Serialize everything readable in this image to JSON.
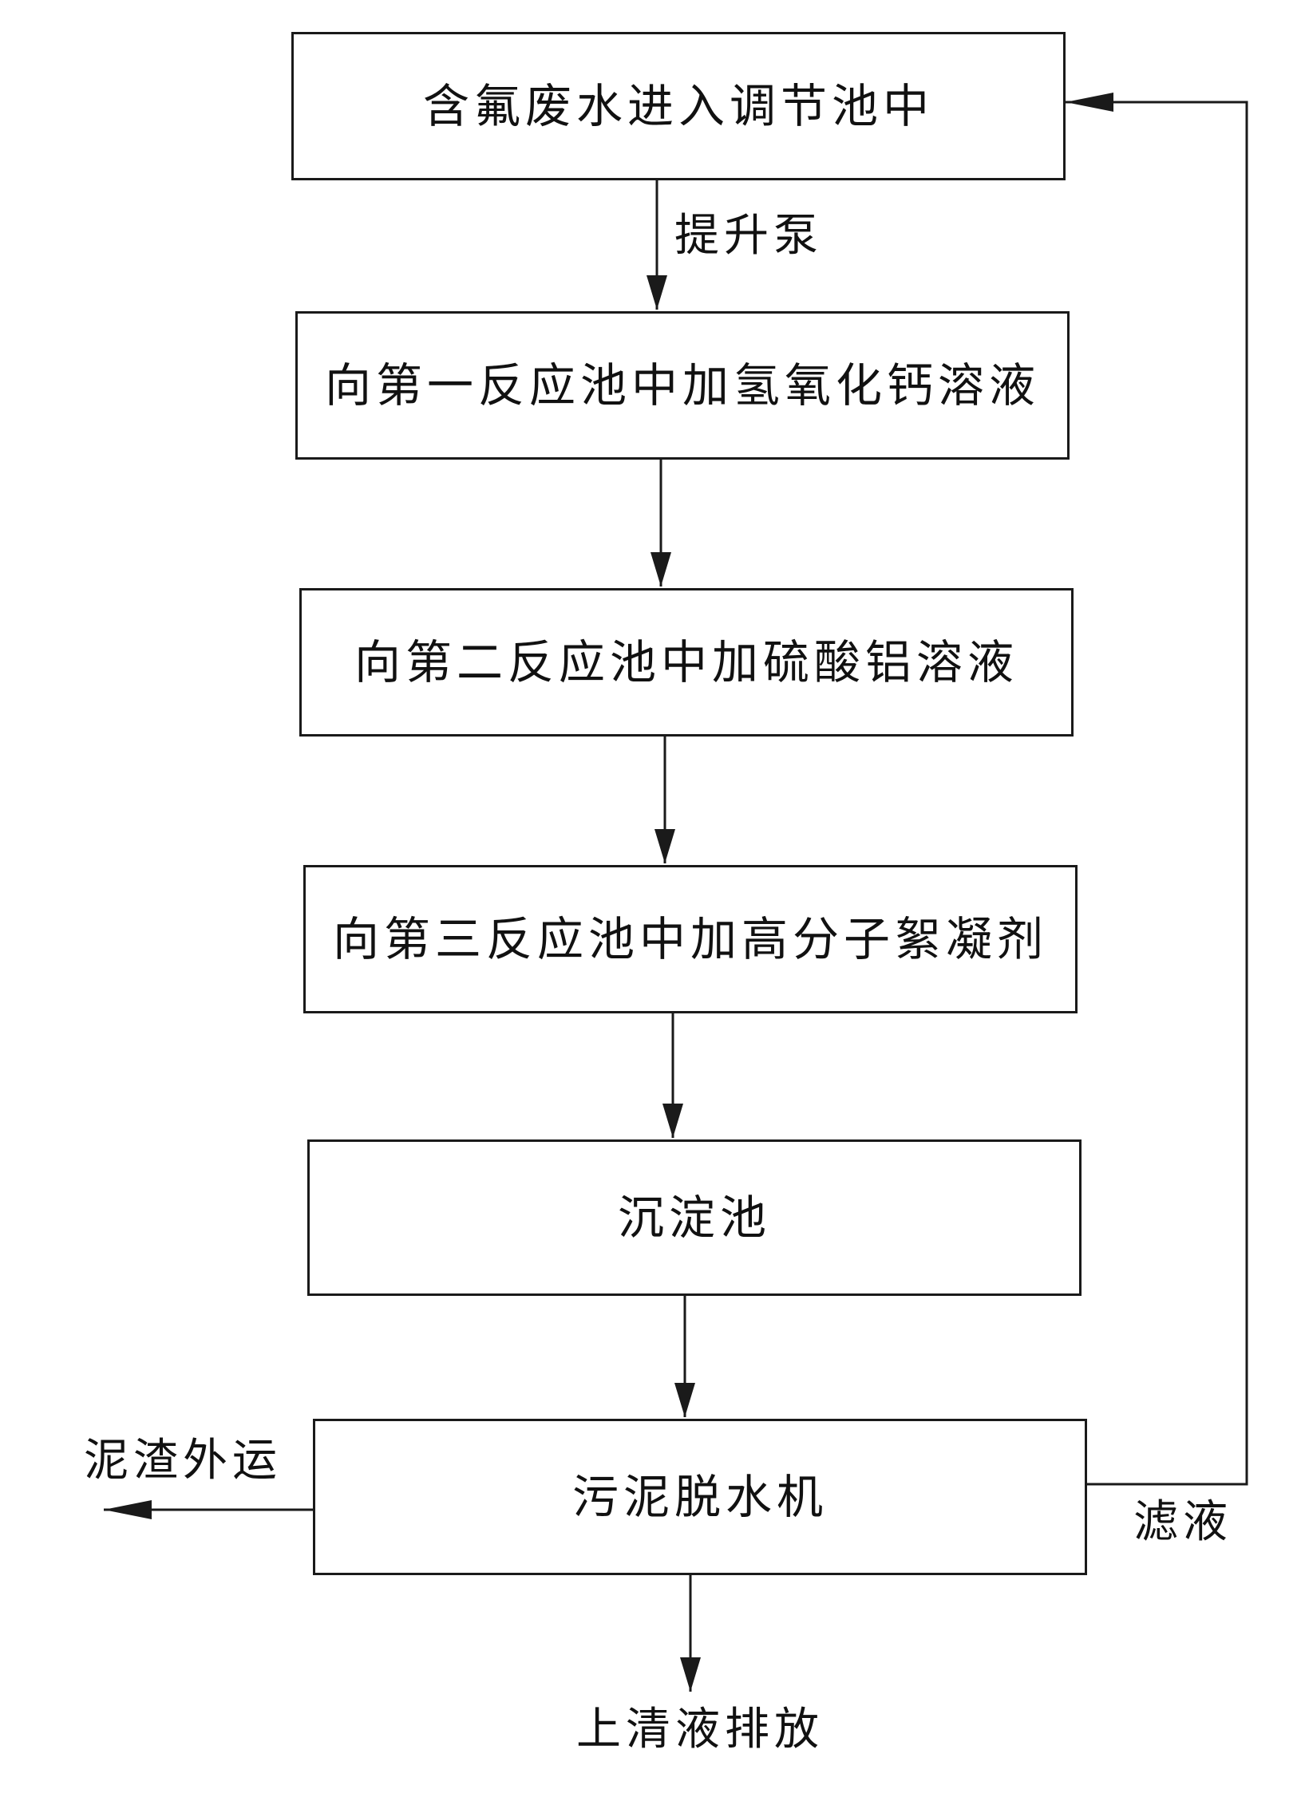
{
  "steps": [
    {
      "label": "含氟废水进入调节池中"
    },
    {
      "label": "向第一反应池中加氢氧化钙溶液"
    },
    {
      "label": "向第二反应池中加硫酸铝溶液"
    },
    {
      "label": "向第三反应池中加高分子絮凝剂"
    },
    {
      "label": "沉淀池"
    },
    {
      "label": "污泥脱水机"
    }
  ],
  "edge_labels": {
    "pump": "提升泵",
    "sludge_out": "泥渣外运",
    "filtrate": "滤液",
    "supernatant": "上清液排放"
  }
}
